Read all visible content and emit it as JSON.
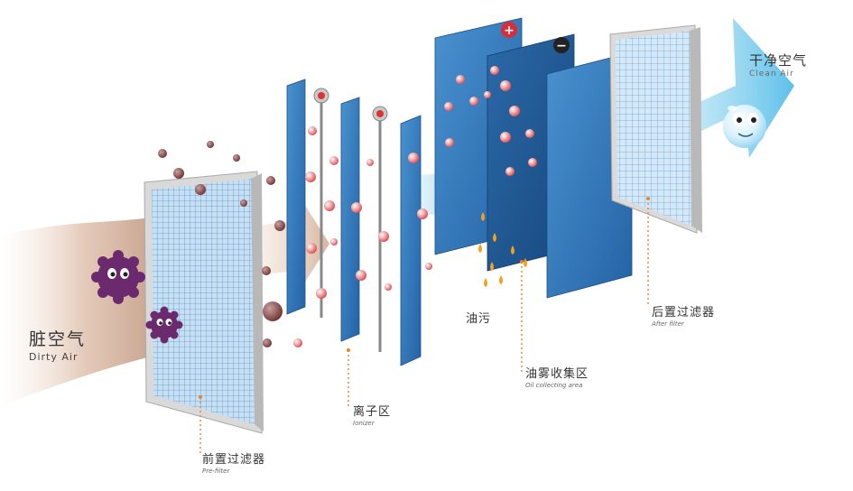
{
  "labels": {
    "dirty_air": {
      "cn": "脏空气",
      "en": "Dirty Air"
    },
    "clean_air": {
      "cn": "干净空气",
      "en": "Clean Air"
    },
    "pre_filter": {
      "cn": "前置过滤器",
      "en": "Pre-filter"
    },
    "ionizer": {
      "cn": "离子区",
      "en": "Ionizer"
    },
    "oil_stain": {
      "cn": "油污",
      "en": ""
    },
    "oil_collecting": {
      "cn": "油雾收集区",
      "en": "Oil collecting area"
    },
    "after_filter": {
      "cn": "后置过滤器",
      "en": "After filter"
    }
  },
  "polarity": {
    "plus": "+",
    "minus": "−"
  },
  "colors": {
    "panel_blue": "#2f76b8",
    "panel_dark": "#1f5590",
    "leader_orange": "#e8842a",
    "germ_purple": "#6b2a6e",
    "particle_red": "#e05a5a"
  }
}
